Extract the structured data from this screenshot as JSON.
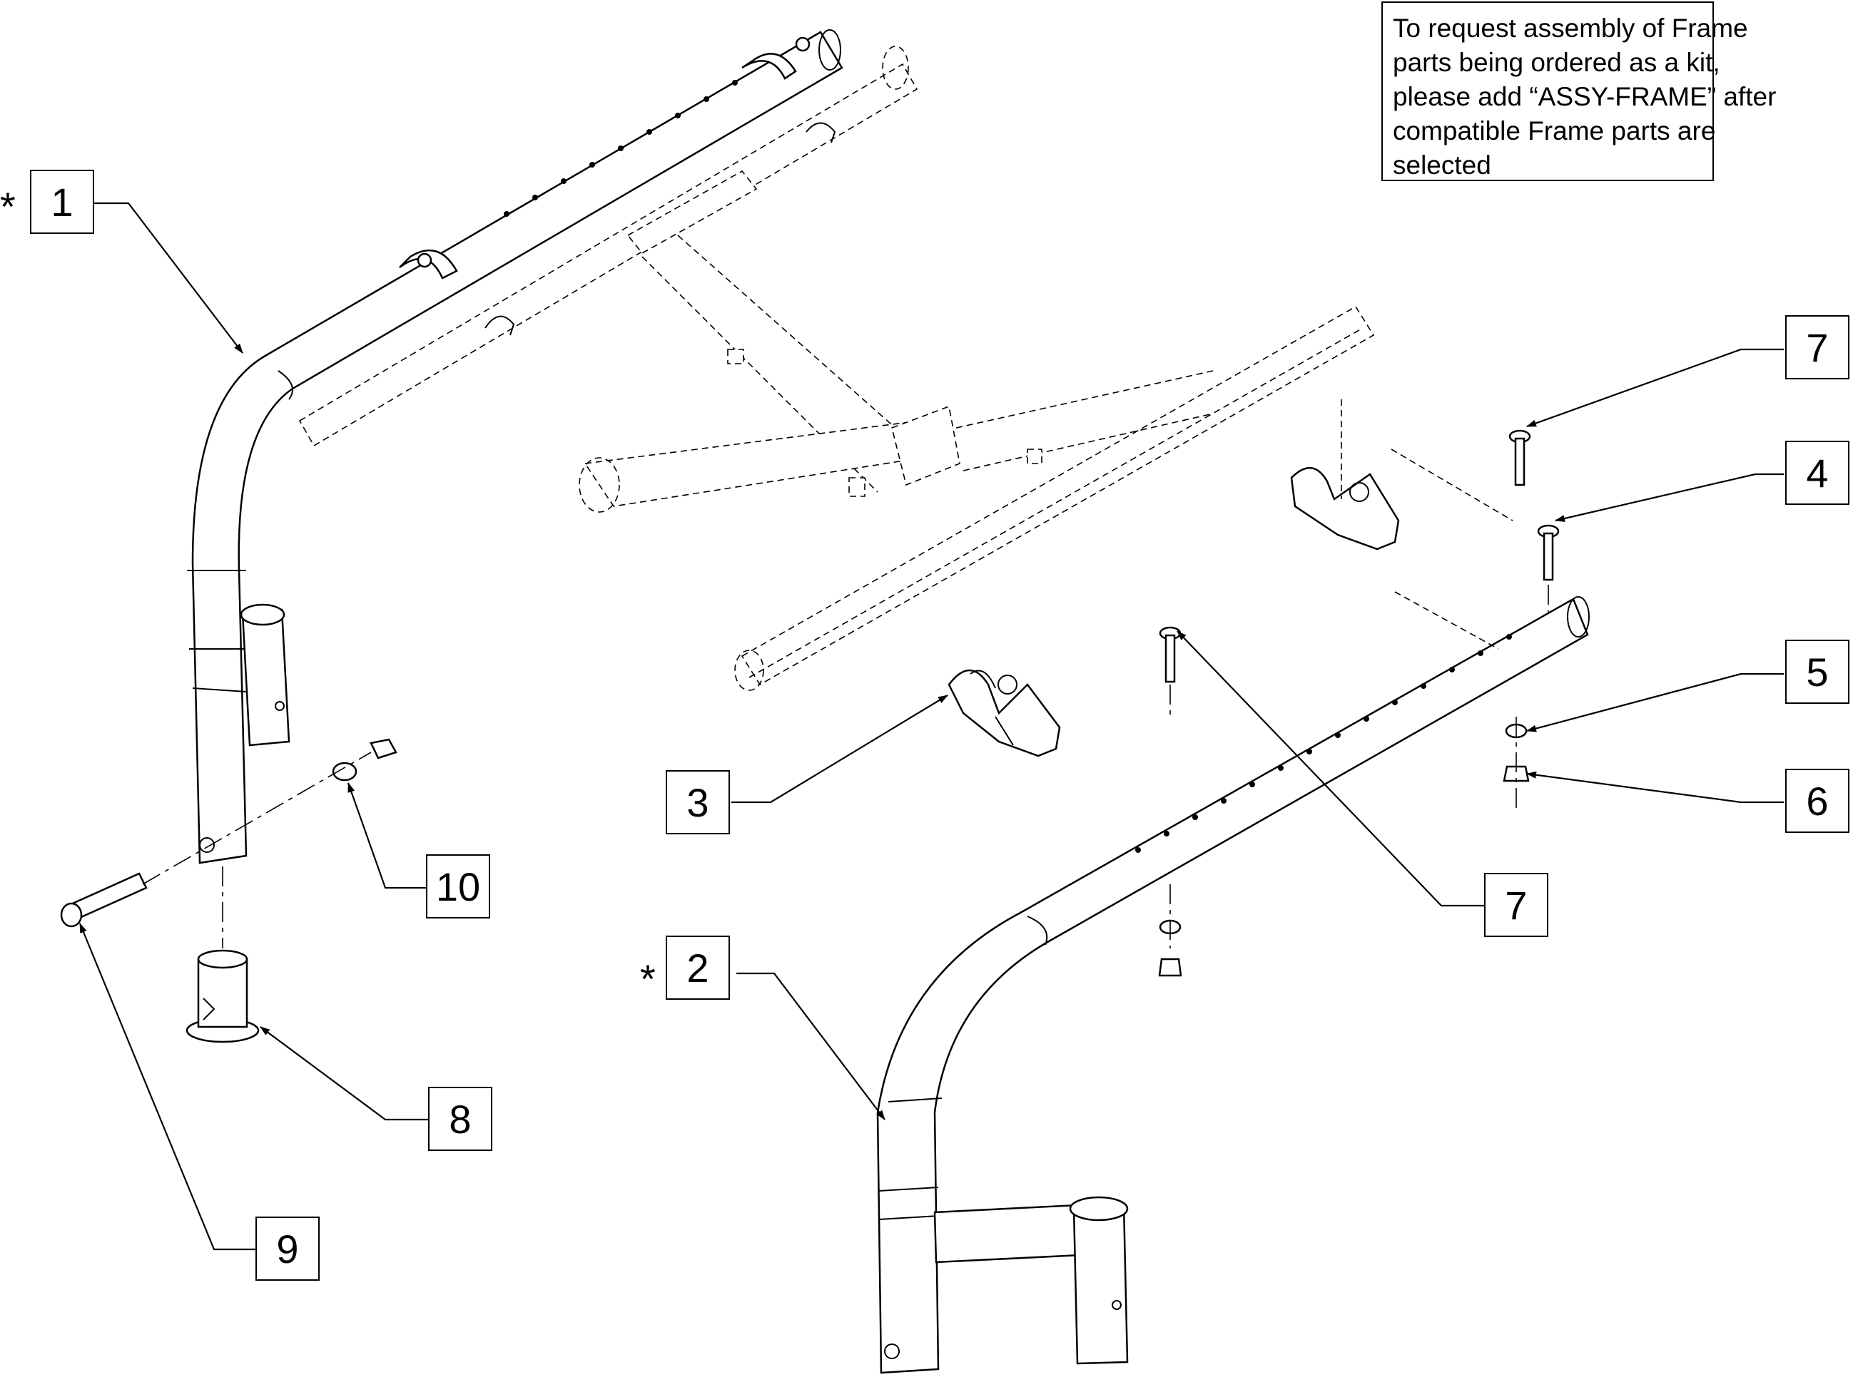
{
  "note": {
    "lines": [
      "To request assembly of Frame",
      "parts being ordered as a kit,",
      "please add “ASSY-FRAME” after",
      "compatible Frame parts are",
      "selected"
    ]
  },
  "callouts": [
    {
      "id": "c1",
      "label": "1"
    },
    {
      "id": "c2",
      "label": "2"
    },
    {
      "id": "c3",
      "label": "3"
    },
    {
      "id": "c4",
      "label": "4"
    },
    {
      "id": "c5",
      "label": "5"
    },
    {
      "id": "c6",
      "label": "6"
    },
    {
      "id": "c7a",
      "label": "7"
    },
    {
      "id": "c7b",
      "label": "7"
    },
    {
      "id": "c8",
      "label": "8"
    },
    {
      "id": "c9",
      "label": "9"
    },
    {
      "id": "c10",
      "label": "10"
    }
  ],
  "asterisk": "*"
}
